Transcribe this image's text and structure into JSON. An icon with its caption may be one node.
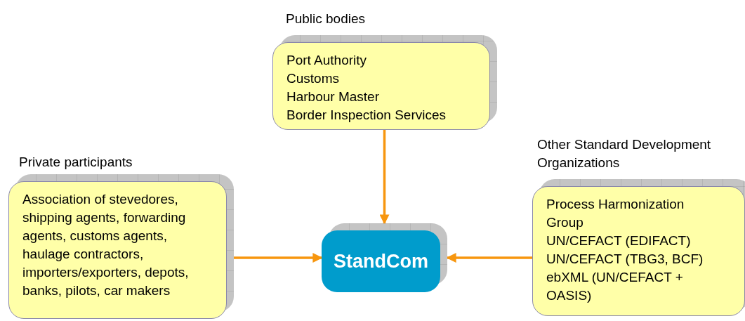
{
  "diagram": {
    "nodes": [
      {
        "text": [
          "Public bodies",
          "Port Authority",
          "Customs",
          "Harbour Master",
          "Border Inspection Services"
        ]
      },
      {
        "text": [
          "Private participants",
          "Association of stevedores, shipping agents, forwarding agents, customs agents, haulage contractors, importers/exporters, depots, banks, pilots, car makers"
        ]
      },
      {
        "text": [
          "StandCom"
        ]
      },
      {
        "text": [
          "Other Standard Development Organizations",
          "Process Harmonization Group",
          "UN/CEFACT (EDIFACT)",
          "UN/CEFACT (TBG3, BCF)",
          "ebXML (UN/CEFACT + OASIS)"
        ]
      }
    ],
    "edges": [
      {
        "from": 0,
        "to": 2,
        "arrow": "to"
      },
      {
        "from": 1,
        "to": 2,
        "arrow": "to"
      },
      {
        "from": 3,
        "to": 2,
        "arrow": "to"
      }
    ]
  }
}
